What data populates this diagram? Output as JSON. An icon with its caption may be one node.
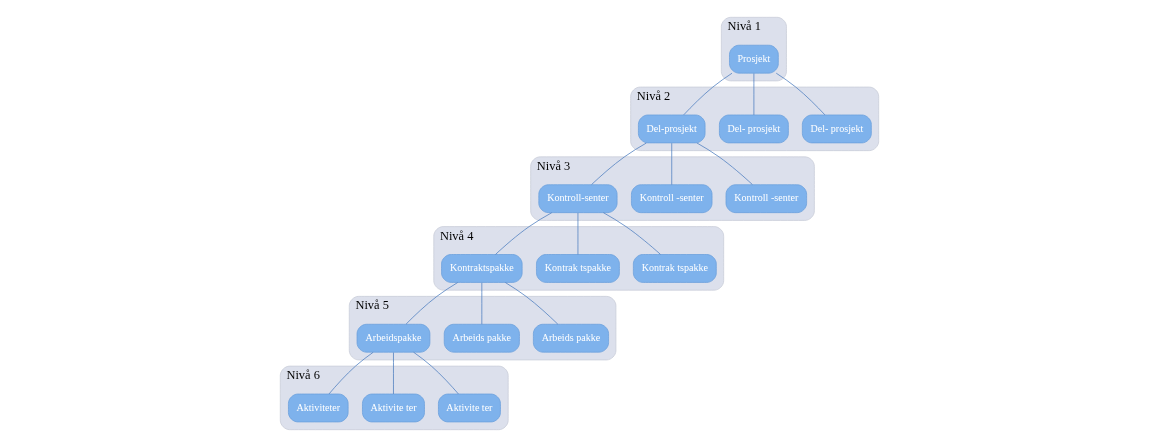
{
  "diagram": {
    "nodes": [
      {
        "text": [
          "Nivå 1"
        ]
      },
      {
        "text": [
          "Prosjekt"
        ],
        "in": 0
      },
      {
        "text": [
          "Nivå 2"
        ]
      },
      {
        "text": [
          "Del- prosjekt"
        ],
        "in": 2
      },
      {
        "text": [
          "Del- prosjekt"
        ],
        "in": 2
      },
      {
        "text": [
          "Del-prosjekt"
        ],
        "in": 2
      },
      {
        "text": [
          "Nivå 3"
        ]
      },
      {
        "text": [
          "Kontroll -senter"
        ],
        "in": 6
      },
      {
        "text": [
          "Kontroll -senter"
        ],
        "in": 6
      },
      {
        "text": [
          "Kontroll-senter"
        ],
        "in": 6
      },
      {
        "text": [
          "Nivå 4"
        ]
      },
      {
        "text": [
          "Kontrak tspakke"
        ],
        "in": 10
      },
      {
        "text": [
          "Kontrak tspakke"
        ],
        "in": 10
      },
      {
        "text": [
          "Kontraktspakke"
        ],
        "in": 10
      },
      {
        "text": [
          "Nivå 5"
        ]
      },
      {
        "text": [
          "Arbeids pakke"
        ],
        "in": 14
      },
      {
        "text": [
          "Arbeids pakke"
        ],
        "in": 14
      },
      {
        "text": [
          "Arbeidspakke"
        ],
        "in": 14
      },
      {
        "text": [
          "Nivå 6"
        ]
      },
      {
        "text": [
          "Aktivite ter"
        ],
        "in": 18
      },
      {
        "text": [
          "Aktivite ter"
        ],
        "in": 18
      },
      {
        "text": [
          "Aktiviteter"
        ],
        "in": 18
      }
    ],
    "edges": [
      {
        "from": 1,
        "to": 3,
        "arrow": "none"
      },
      {
        "from": 1,
        "to": 4,
        "arrow": "none"
      },
      {
        "from": 1,
        "to": 5,
        "arrow": "none"
      },
      {
        "from": 5,
        "to": 7,
        "arrow": "none"
      },
      {
        "from": 5,
        "to": 8,
        "arrow": "none"
      },
      {
        "from": 5,
        "to": 9,
        "arrow": "none"
      },
      {
        "from": 9,
        "to": 11,
        "arrow": "none"
      },
      {
        "from": 9,
        "to": 12,
        "arrow": "none"
      },
      {
        "from": 9,
        "to": 13,
        "arrow": "none"
      },
      {
        "from": 13,
        "to": 15,
        "arrow": "none"
      },
      {
        "from": 13,
        "to": 16,
        "arrow": "none"
      },
      {
        "from": 13,
        "to": 17,
        "arrow": "none"
      },
      {
        "from": 17,
        "to": 19,
        "arrow": "none"
      },
      {
        "from": 17,
        "to": 20,
        "arrow": "none"
      },
      {
        "from": 17,
        "to": 21,
        "arrow": "none"
      }
    ]
  }
}
